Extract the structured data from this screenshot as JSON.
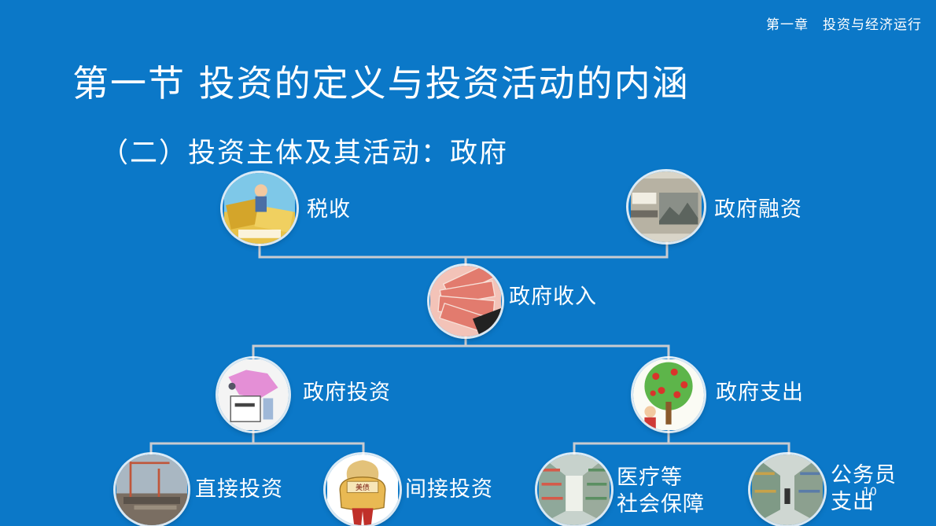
{
  "header": {
    "chapter": "第一章　投资与经济运行"
  },
  "title": "第一节  投资的定义与投资活动的内涵",
  "subtitle": "（二）投资主体及其活动：政府",
  "nodes": {
    "tax": {
      "label": "税收",
      "icon": "money-tax-icon"
    },
    "financing": {
      "label": "政府融资",
      "icon": "banknote-icon"
    },
    "revenue": {
      "label": "政府收入",
      "icon": "cash-fan-icon"
    },
    "investment": {
      "label": "政府投资",
      "icon": "investment-document-icon"
    },
    "expenditure": {
      "label": "政府支出",
      "icon": "money-tree-icon"
    },
    "direct": {
      "label": "直接投资",
      "icon": "construction-site-icon"
    },
    "indirect": {
      "label": "间接投资",
      "icon": "bond-bag-icon",
      "badge": "美债"
    },
    "medical": {
      "label_line1": "医疗等",
      "label_line2": "社会保障",
      "icon": "pharmacy-shelves-icon"
    },
    "civil": {
      "label_line1": "公务员",
      "label_line2": "支出",
      "icon": "store-aisle-icon"
    }
  },
  "page_number": "10",
  "colors": {
    "background": "#0b78c8",
    "connector": "#c9cbd0",
    "text": "#ffffff"
  }
}
